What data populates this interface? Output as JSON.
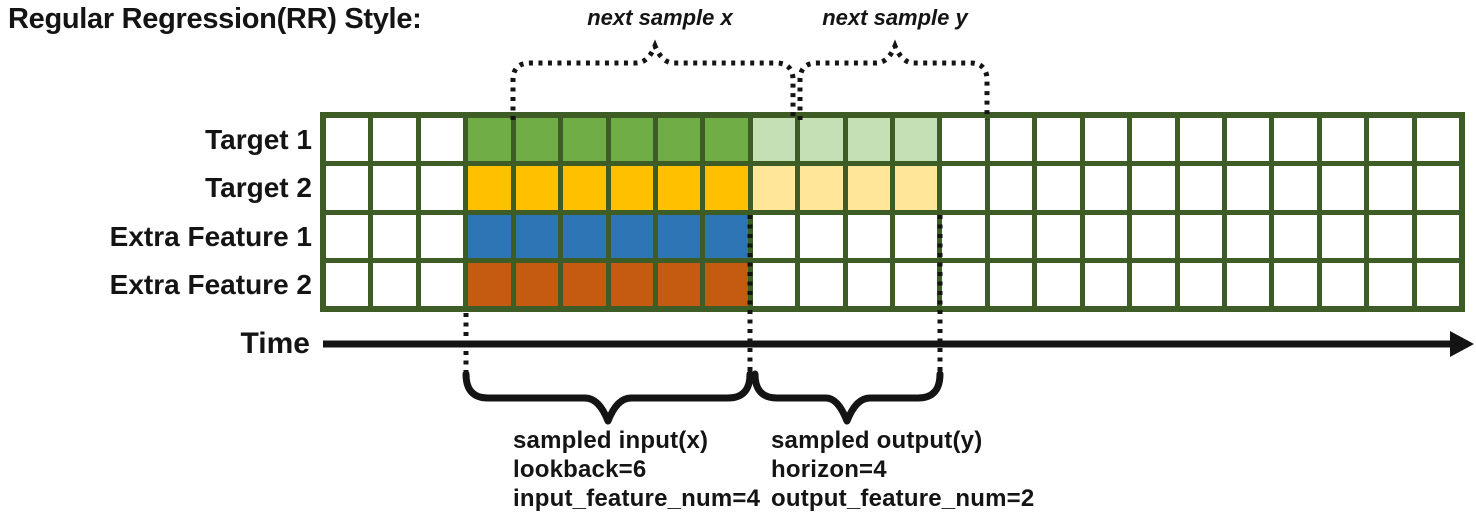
{
  "title": "Regular Regression(RR) Style:",
  "top_annotations": {
    "next_sample_x": "next sample x",
    "next_sample_y": "next sample y"
  },
  "time_axis": {
    "label": "Time"
  },
  "colors": {
    "grid_border": "#3E5D26",
    "target1_solid": "#70AD47",
    "target1_light": "#C5E0B4",
    "target2_solid": "#FFC000",
    "target2_light": "#FFE699",
    "feature1_solid": "#2E75B6",
    "feature2_solid": "#C55A11",
    "cell_empty": "#FFFFFF",
    "ink": "#141414"
  },
  "grid": {
    "total_timesteps": 24,
    "cell_color_map": {
      "w": "cell_empty",
      "g": "target1_solid",
      "lg": "target1_light",
      "y": "target2_solid",
      "ly": "target2_light",
      "b": "feature1_solid",
      "o": "feature2_solid"
    },
    "rows": [
      {
        "label": "Target 1",
        "cells": "w w w g g g g g g lg lg lg lg w w w w w w w w w w w"
      },
      {
        "label": "Target 2",
        "cells": "w w w y y y y y y ly ly ly ly w w w w w w w w w w w"
      },
      {
        "label": "Extra Feature 1",
        "cells": "w w w b b b b b b w w w w w w w w w w w w w w w"
      },
      {
        "label": "Extra Feature 2",
        "cells": "w w w o o o o o o w w w w w w w w w w w w w w w"
      }
    ]
  },
  "sample_labels": {
    "input": [
      "sampled input(x)",
      "lookback=6",
      "input_feature_num=4"
    ],
    "output": [
      "sampled output(y)",
      "horizon=4",
      "output_feature_num=2"
    ]
  },
  "diagram_params": {
    "lookback": 6,
    "horizon": 4,
    "input_feature_num": 4,
    "output_feature_num": 2
  }
}
